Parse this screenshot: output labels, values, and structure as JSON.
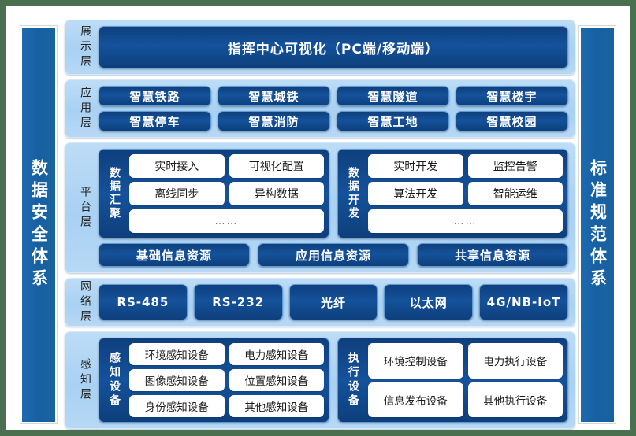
{
  "theme": {
    "frame_color": "#4a7050",
    "pillar_color": "#1761a3",
    "layer_band_color": "#a9d1f2",
    "pill_color": "#14529b",
    "chip_color": "#ffffff"
  },
  "left_pillar": {
    "label": "数据安全体系"
  },
  "right_pillar": {
    "label": "标准规范体系"
  },
  "layers": {
    "presentation": {
      "label": "展示层",
      "title": "指挥中心可视化（PC端/移动端）"
    },
    "application": {
      "label": "应用层",
      "row1": [
        "智慧铁路",
        "智慧城铁",
        "智慧隧道",
        "智慧楼宇"
      ],
      "row2": [
        "智慧停车",
        "智慧消防",
        "智慧工地",
        "智慧校园"
      ]
    },
    "platform": {
      "label": "平台层",
      "groups": [
        {
          "title": "数据汇聚",
          "row1": [
            "实时接入",
            "可视化配置"
          ],
          "row2": [
            "离线同步",
            "异构数据"
          ],
          "row3": [
            "……"
          ]
        },
        {
          "title": "数据开发",
          "row1": [
            "实时开发",
            "监控告警"
          ],
          "row2": [
            "算法开发",
            "智能运维"
          ],
          "row3": [
            "……"
          ]
        }
      ],
      "resources": [
        "基础信息资源",
        "应用信息资源",
        "共享信息资源"
      ]
    },
    "network": {
      "label": "网络层",
      "items": [
        "RS-485",
        "RS-232",
        "光纤",
        "以太网",
        "4G/NB-IoT"
      ]
    },
    "sensing": {
      "label": "感知层",
      "groups": [
        {
          "title": "感知设备",
          "row1": [
            "环境感知设备",
            "电力感知设备"
          ],
          "row2": [
            "图像感知设备",
            "位置感知设备"
          ],
          "row3": [
            "身份感知设备",
            "其他感知设备"
          ]
        },
        {
          "title": "执行设备",
          "row1": [
            "环境控制设备",
            "电力执行设备"
          ],
          "row2": [
            "信息发布设备",
            "其他执行设备"
          ]
        }
      ]
    }
  }
}
